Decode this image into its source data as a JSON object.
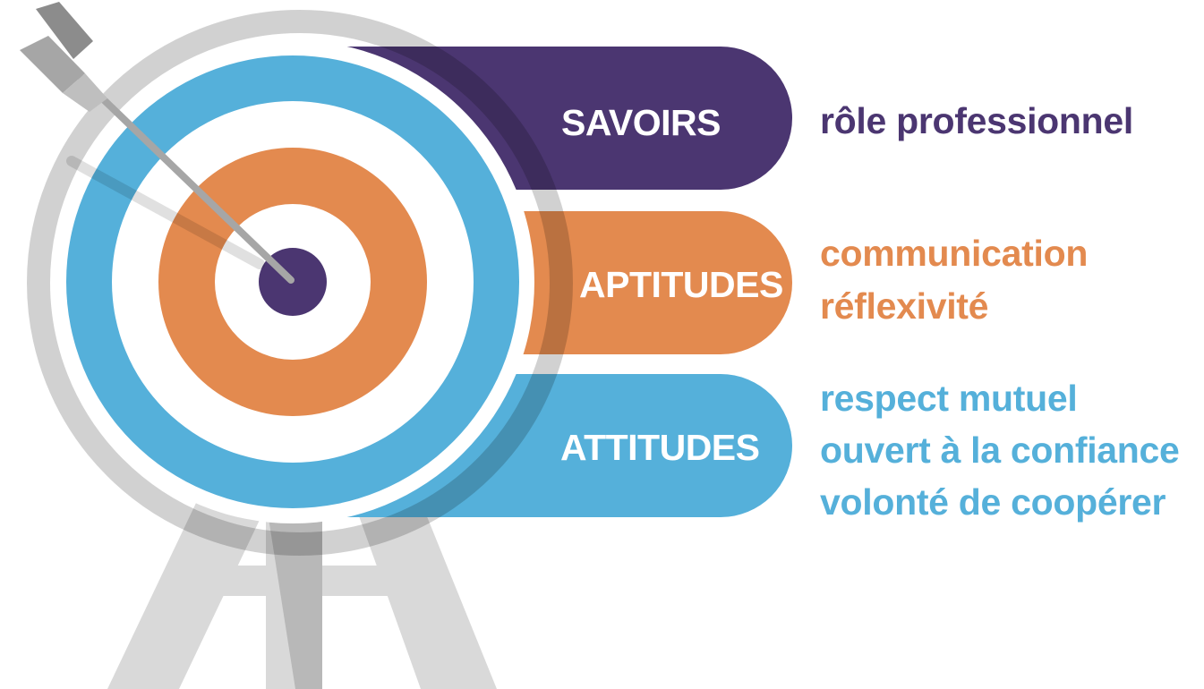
{
  "colors": {
    "purple": "#4b3671",
    "orange": "#e38a4f",
    "blue": "#55b0da",
    "white": "#ffffff",
    "stand": "#d9d9d9",
    "stand_shadow": "#b8b8b8",
    "arrow": "#a6a6a6",
    "fletching": "#8c8c8c"
  },
  "icons": {
    "target": "bullseye-target-icon",
    "arrow": "arrow-icon",
    "stand": "easel-stand-icon"
  },
  "bands": [
    {
      "label": "SAVOIRS",
      "color": "purple",
      "description": [
        "rôle professionnel"
      ]
    },
    {
      "label": "APTITUDES",
      "color": "orange",
      "description": [
        "communication",
        "réflexivité"
      ]
    },
    {
      "label": "ATTITUDES",
      "color": "blue",
      "description": [
        "respect mutuel",
        "ouvert à la confiance",
        "volonté de coopérer"
      ]
    }
  ]
}
